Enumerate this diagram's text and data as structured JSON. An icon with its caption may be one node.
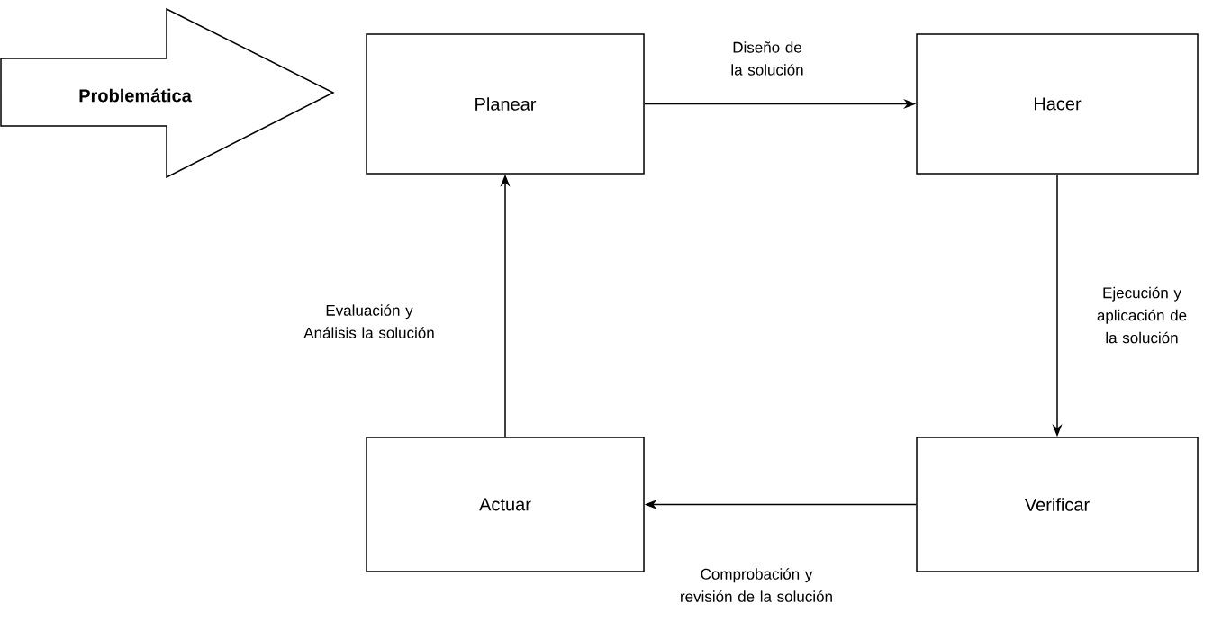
{
  "diagram": {
    "nodes": [
      {
        "text": [
          "Problemática"
        ]
      },
      {
        "text": [
          "Planear"
        ]
      },
      {
        "text": [
          "Hacer"
        ]
      },
      {
        "text": [
          "Actuar"
        ]
      },
      {
        "text": [
          "Verificar"
        ]
      }
    ],
    "edges": [
      {
        "from": 1,
        "to": 2,
        "arrow": "to",
        "label": "Diseño de la solución"
      },
      {
        "from": 2,
        "to": 4,
        "arrow": "to",
        "label": "Ejecución y aplicación de la solución"
      },
      {
        "from": 4,
        "to": 3,
        "arrow": "to",
        "label": "Comprobación y revisión de la solución"
      },
      {
        "from": 3,
        "to": 1,
        "arrow": "to",
        "label": "Evaluación y Análisis la solución"
      }
    ]
  }
}
